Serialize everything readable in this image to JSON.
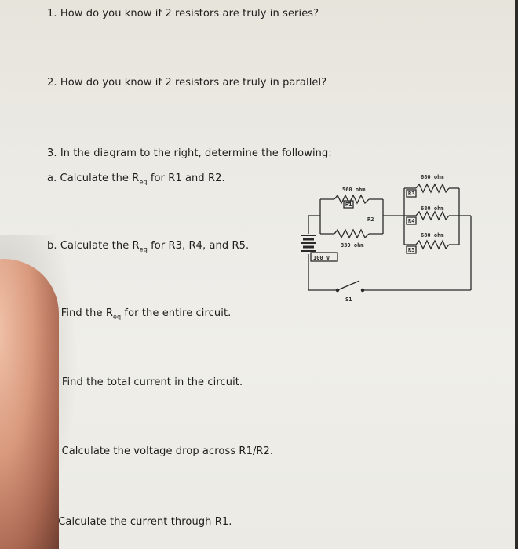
{
  "questions": {
    "q1": "1.  How do you know if 2 resistors are truly in series?",
    "q2": "2.  How do you know if 2 resistors are truly in parallel?",
    "q3": "3.  In the diagram to the right, determine the following:",
    "qa_pre": "a. Calculate the R",
    "qa_sub": "eq",
    "qa_post": " for R1 and R2.",
    "qb_pre": "b. Calculate the R",
    "qb_sub": "eq",
    "qb_post": " for R3, R4, and R5.",
    "qc_pre": "c. Find the R",
    "qc_sub": "eq",
    "qc_post": " for the entire circuit.",
    "qd": "d. Find the total current in the circuit.",
    "qe": "e. Calculate the voltage drop across R1/R2.",
    "qf": "f. Calculate the current through R1."
  },
  "circuit": {
    "r1_value": "560 ohm",
    "r1_label": "R1",
    "r2_value": "330 ohm",
    "r2_label": "R2",
    "r3_value": "680 ohm",
    "r3_label": "R3",
    "r4_value": "680 ohm",
    "r4_label": "R4",
    "r5_value": "680 ohm",
    "r5_label": "R5",
    "battery_value": "100 V",
    "switch_label": "S1"
  }
}
